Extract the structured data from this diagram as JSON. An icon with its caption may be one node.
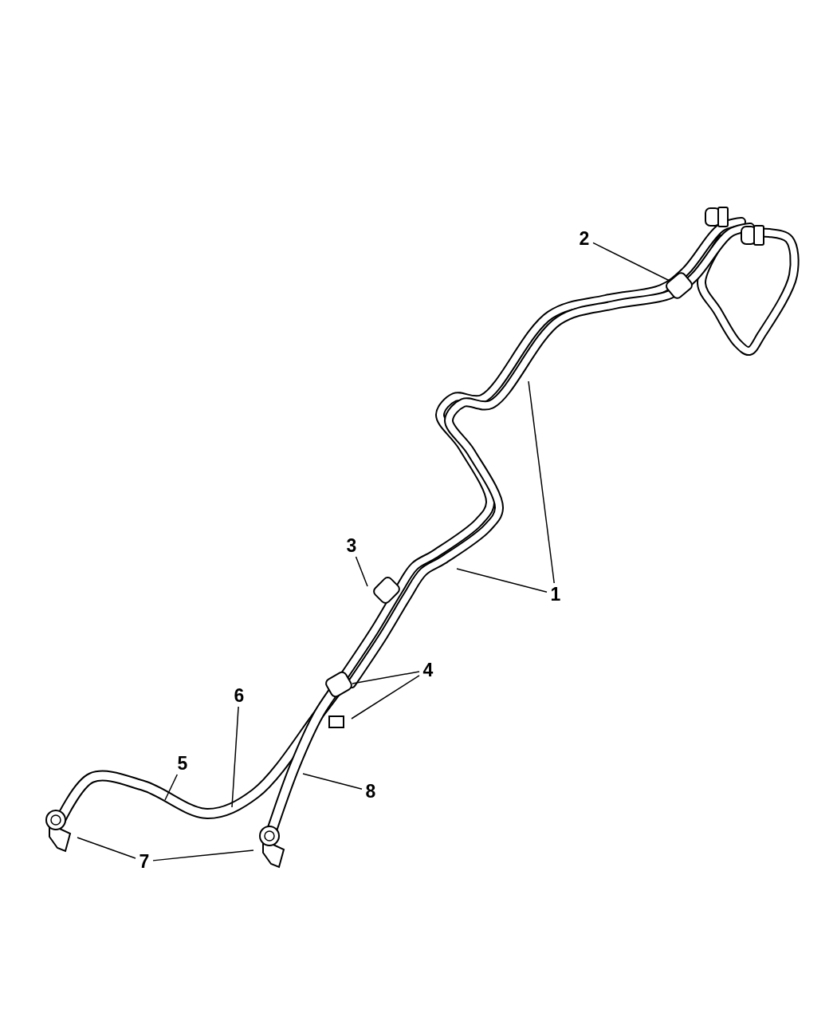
{
  "diagram": {
    "nodes": [
      {
        "text": [
          "1"
        ]
      },
      {
        "text": [
          "2"
        ]
      },
      {
        "text": [
          "3"
        ]
      },
      {
        "text": [
          "4"
        ]
      },
      {
        "text": [
          "5"
        ]
      },
      {
        "text": [
          "6"
        ]
      },
      {
        "text": [
          "7"
        ]
      },
      {
        "text": [
          "8"
        ]
      }
    ],
    "edges": [
      {
        "from": 0,
        "to": null,
        "arrow": "none"
      },
      {
        "from": 0,
        "to": null,
        "arrow": "none"
      },
      {
        "from": 1,
        "to": null,
        "arrow": "none"
      },
      {
        "from": 2,
        "to": null,
        "arrow": "none"
      },
      {
        "from": 3,
        "to": null,
        "arrow": "none"
      },
      {
        "from": 3,
        "to": null,
        "arrow": "none"
      },
      {
        "from": 4,
        "to": null,
        "arrow": "none"
      },
      {
        "from": 5,
        "to": null,
        "arrow": "none"
      },
      {
        "from": 6,
        "to": null,
        "arrow": "none"
      },
      {
        "from": 6,
        "to": null,
        "arrow": "none"
      },
      {
        "from": 7,
        "to": null,
        "arrow": "none"
      }
    ]
  }
}
